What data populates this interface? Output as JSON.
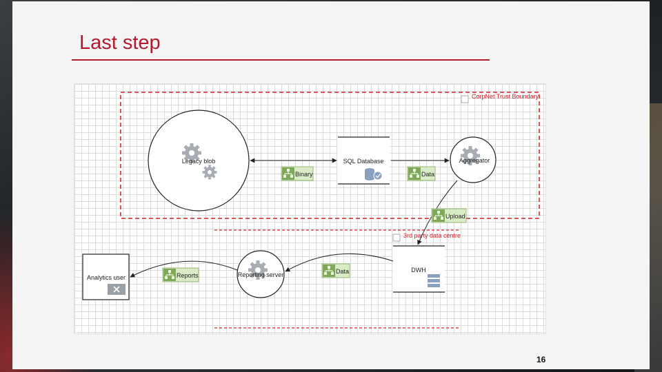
{
  "slide": {
    "title": "Last step",
    "page_number": "16"
  },
  "diagram": {
    "boundaries": {
      "trust": "CorpNet Trust Boundary",
      "thirdparty": "3rd party data centre"
    },
    "processes": {
      "legacy": "Legacy blob",
      "aggregator": "Aggregator",
      "reporting": "Reporting server"
    },
    "stores": {
      "sql": "SQL Database",
      "dwh": "DWH"
    },
    "entities": {
      "analytics": "Analytics user"
    },
    "flows": {
      "binary": "Binary",
      "data_sql_agg": "Data",
      "upload": "Upload",
      "data_dwh_rep": "Data",
      "reports": "Reports"
    }
  },
  "colors": {
    "accent": "#b01c2e",
    "boundary": "#d0202a",
    "flow_label_bg": "#d9ecc6",
    "icon_gray": "#9aa0a6",
    "store_blue": "#8aa0be"
  }
}
